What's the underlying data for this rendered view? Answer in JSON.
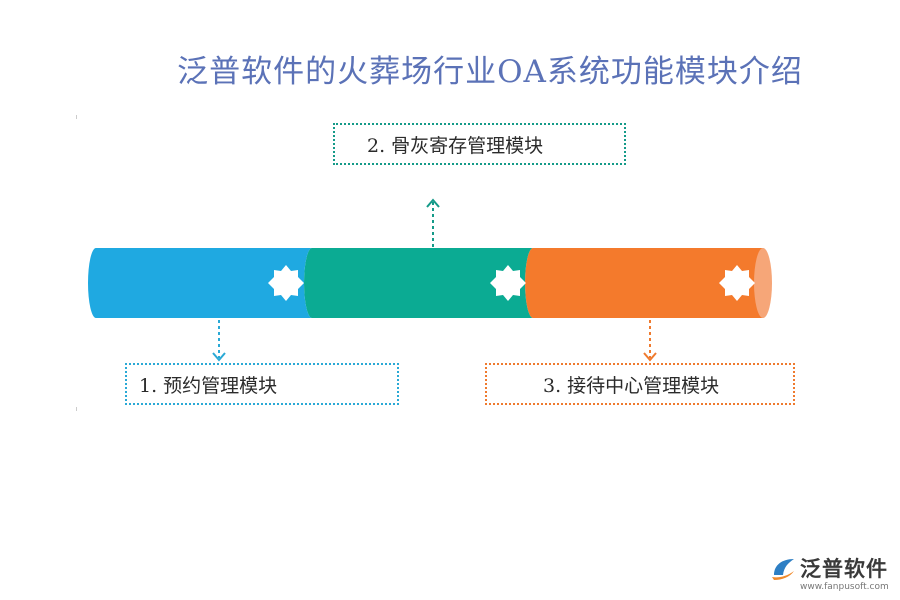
{
  "title": "泛普软件的火葬场行业OA系统功能模块介绍",
  "modules": [
    {
      "label": "1. 预约管理模块",
      "color": "#1fa9e1"
    },
    {
      "label": "2. 骨灰寄存管理模块",
      "color": "#0bab93"
    },
    {
      "label": "3. 接待中心管理模块",
      "color": "#f47a2c"
    }
  ],
  "logo": {
    "name": "泛普软件",
    "url": "www.fanpusoft.com"
  }
}
